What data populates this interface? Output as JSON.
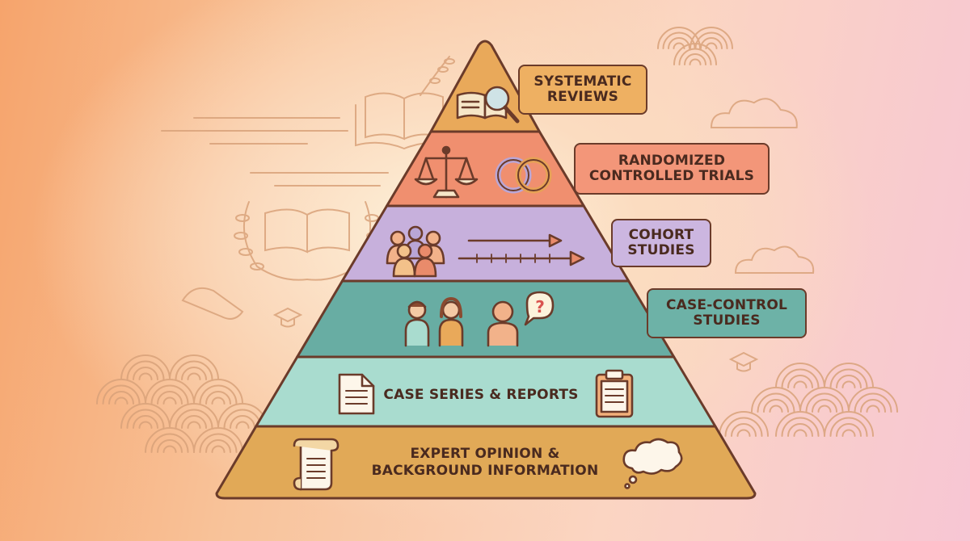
{
  "pyramid": {
    "levels": [
      {
        "id": "systematic-reviews",
        "label_lines": [
          "SYSTEMATIC",
          "REVIEWS"
        ],
        "fill": "#e9a95a",
        "label_bg": "#eeb062"
      },
      {
        "id": "randomized-controlled-trials",
        "label_lines": [
          "RANDOMIZED",
          "CONTROLLED TRIALS"
        ],
        "fill": "#f08f6f",
        "label_bg": "#f39679"
      },
      {
        "id": "cohort-studies",
        "label_lines": [
          "COHORT",
          "STUDIES"
        ],
        "fill": "#c7b0dc",
        "label_bg": "#ccb6e0"
      },
      {
        "id": "case-control-studies",
        "label_lines": [
          "CASE-CONTROL",
          "STUDIES"
        ],
        "fill": "#68ada3",
        "label_bg": "#6db2a7"
      },
      {
        "id": "case-series-reports",
        "label_lines": [
          "CASE SERIES & REPORTS"
        ],
        "fill": "#a9dccf"
      },
      {
        "id": "expert-opinion",
        "label_lines": [
          "EXPERT OPINION &",
          "BACKGROUND INFORMATION"
        ],
        "fill": "#e1a957"
      }
    ],
    "outline_color": "#6b3b2a",
    "icon_color": "#6b3b2a",
    "icon_accent": "#f6e6c8"
  },
  "icons": [
    "book-magnifier-icon",
    "scales-icon",
    "linked-rings-icon",
    "group-icon",
    "timeline-arrows-icon",
    "couple-icon",
    "person-question-icon",
    "document-icon",
    "clipboard-icon",
    "scroll-icon",
    "thought-cloud-icon"
  ],
  "decorations": [
    "open-book-icon",
    "laurel-book-icon",
    "cloud-icon",
    "wave-pattern",
    "graduation-cap-icon",
    "olive-branch-icon"
  ]
}
